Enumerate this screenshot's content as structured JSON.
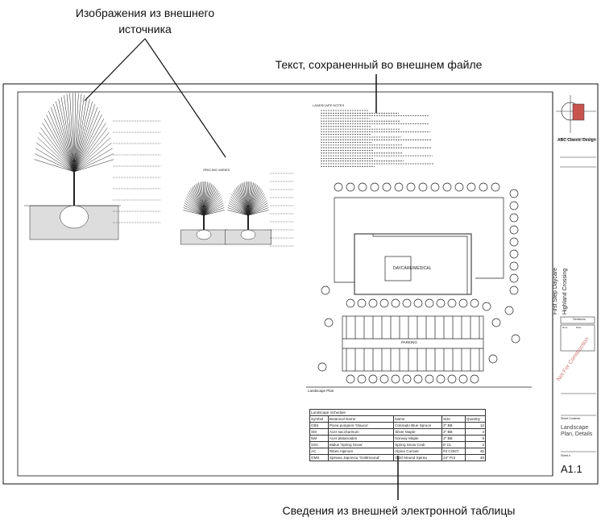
{
  "callouts": {
    "external_images_line1": "Изображения из внешнего",
    "external_images_line2": "источника",
    "external_text": "Текст, сохраненный во внешнем файле",
    "external_spreadsheet": "Сведения из внешней электронной таблицы"
  },
  "schedule": {
    "title": "Landscape Schedule",
    "headers": [
      "Symbol",
      "Botanical Name",
      "Name",
      "Size",
      "Quantity"
    ],
    "rows": [
      [
        "CBS",
        "Picea pungens 'Glauca'",
        "Colorado Blue Spruce",
        "3\" BB",
        "12"
      ],
      [
        "SM",
        "Acer saccharinum",
        "Silver Maple",
        "3\" BB",
        "4"
      ],
      [
        "NM",
        "Acer platanoides",
        "Norway Maple",
        "3\" BB",
        "9"
      ],
      [
        "SSC",
        "Malus 'Spring Snow'",
        "Spring Snow Crab",
        "8' CL",
        "2"
      ],
      [
        "AC",
        "Ribes Alpinum",
        "Alpine Currant",
        "#4 CONT.",
        "45"
      ],
      [
        "GMS",
        "Spiraea Japonica 'Goldmound'",
        "Gold Mound Spirea",
        "24\" Pot",
        "48"
      ]
    ]
  },
  "title_block": {
    "firm": "ABC Classic Design",
    "project_line1": "First Step Daycare",
    "project_line2": "Highland Crossing",
    "stamp": "Not For Construction",
    "revisions": "Revisions",
    "rev_num": "Num.",
    "rev_date": "Date",
    "sheet_contents_label": "Sheet Contents",
    "sheet_contents": "Landscape Plan, Details",
    "sheet_no_label": "Sheet #",
    "sheet_no": "A1.1"
  },
  "drawing": {
    "spacing_label": "SPACING VARIES",
    "plan_label": "Landscape Plan",
    "building_label": "DAYCARE/MEDICAL",
    "parking_label": "PARKING",
    "notes_title": "LANDSCAPE NOTES"
  }
}
